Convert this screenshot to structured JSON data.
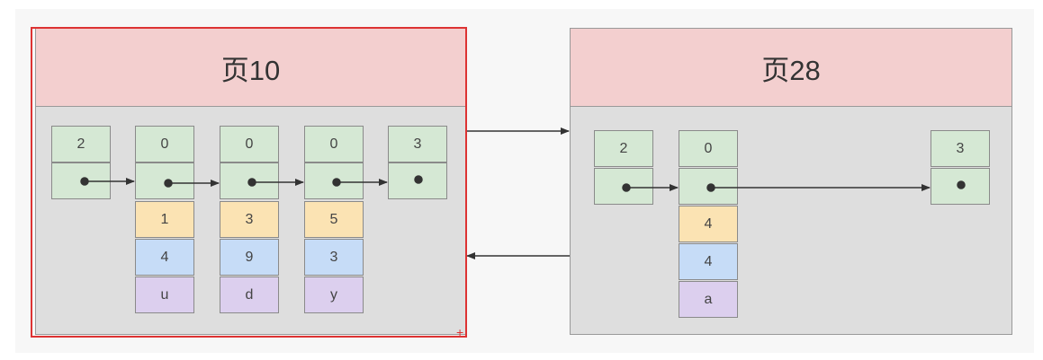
{
  "pages": [
    {
      "title": "页10",
      "records": [
        {
          "cells": [
            "2",
            ""
          ]
        },
        {
          "cells": [
            "0",
            "",
            "1",
            "4",
            "u"
          ]
        },
        {
          "cells": [
            "0",
            "",
            "3",
            "9",
            "d"
          ]
        },
        {
          "cells": [
            "0",
            "",
            "5",
            "3",
            "y"
          ]
        },
        {
          "cells": [
            "3",
            ""
          ]
        }
      ]
    },
    {
      "title": "页28",
      "records": [
        {
          "cells": [
            "2",
            ""
          ]
        },
        {
          "cells": [
            "0",
            "",
            "4",
            "4",
            "a"
          ]
        },
        {
          "cells": [
            "3",
            ""
          ]
        }
      ]
    }
  ],
  "colors": {
    "header": "#f3cfcf",
    "page_body": "#dedede",
    "header_cell": "#d5e8d4",
    "orange": "#fbe3b3",
    "blue": "#c6dcf7",
    "purple": "#dccfee",
    "selection": "#dd3333"
  }
}
